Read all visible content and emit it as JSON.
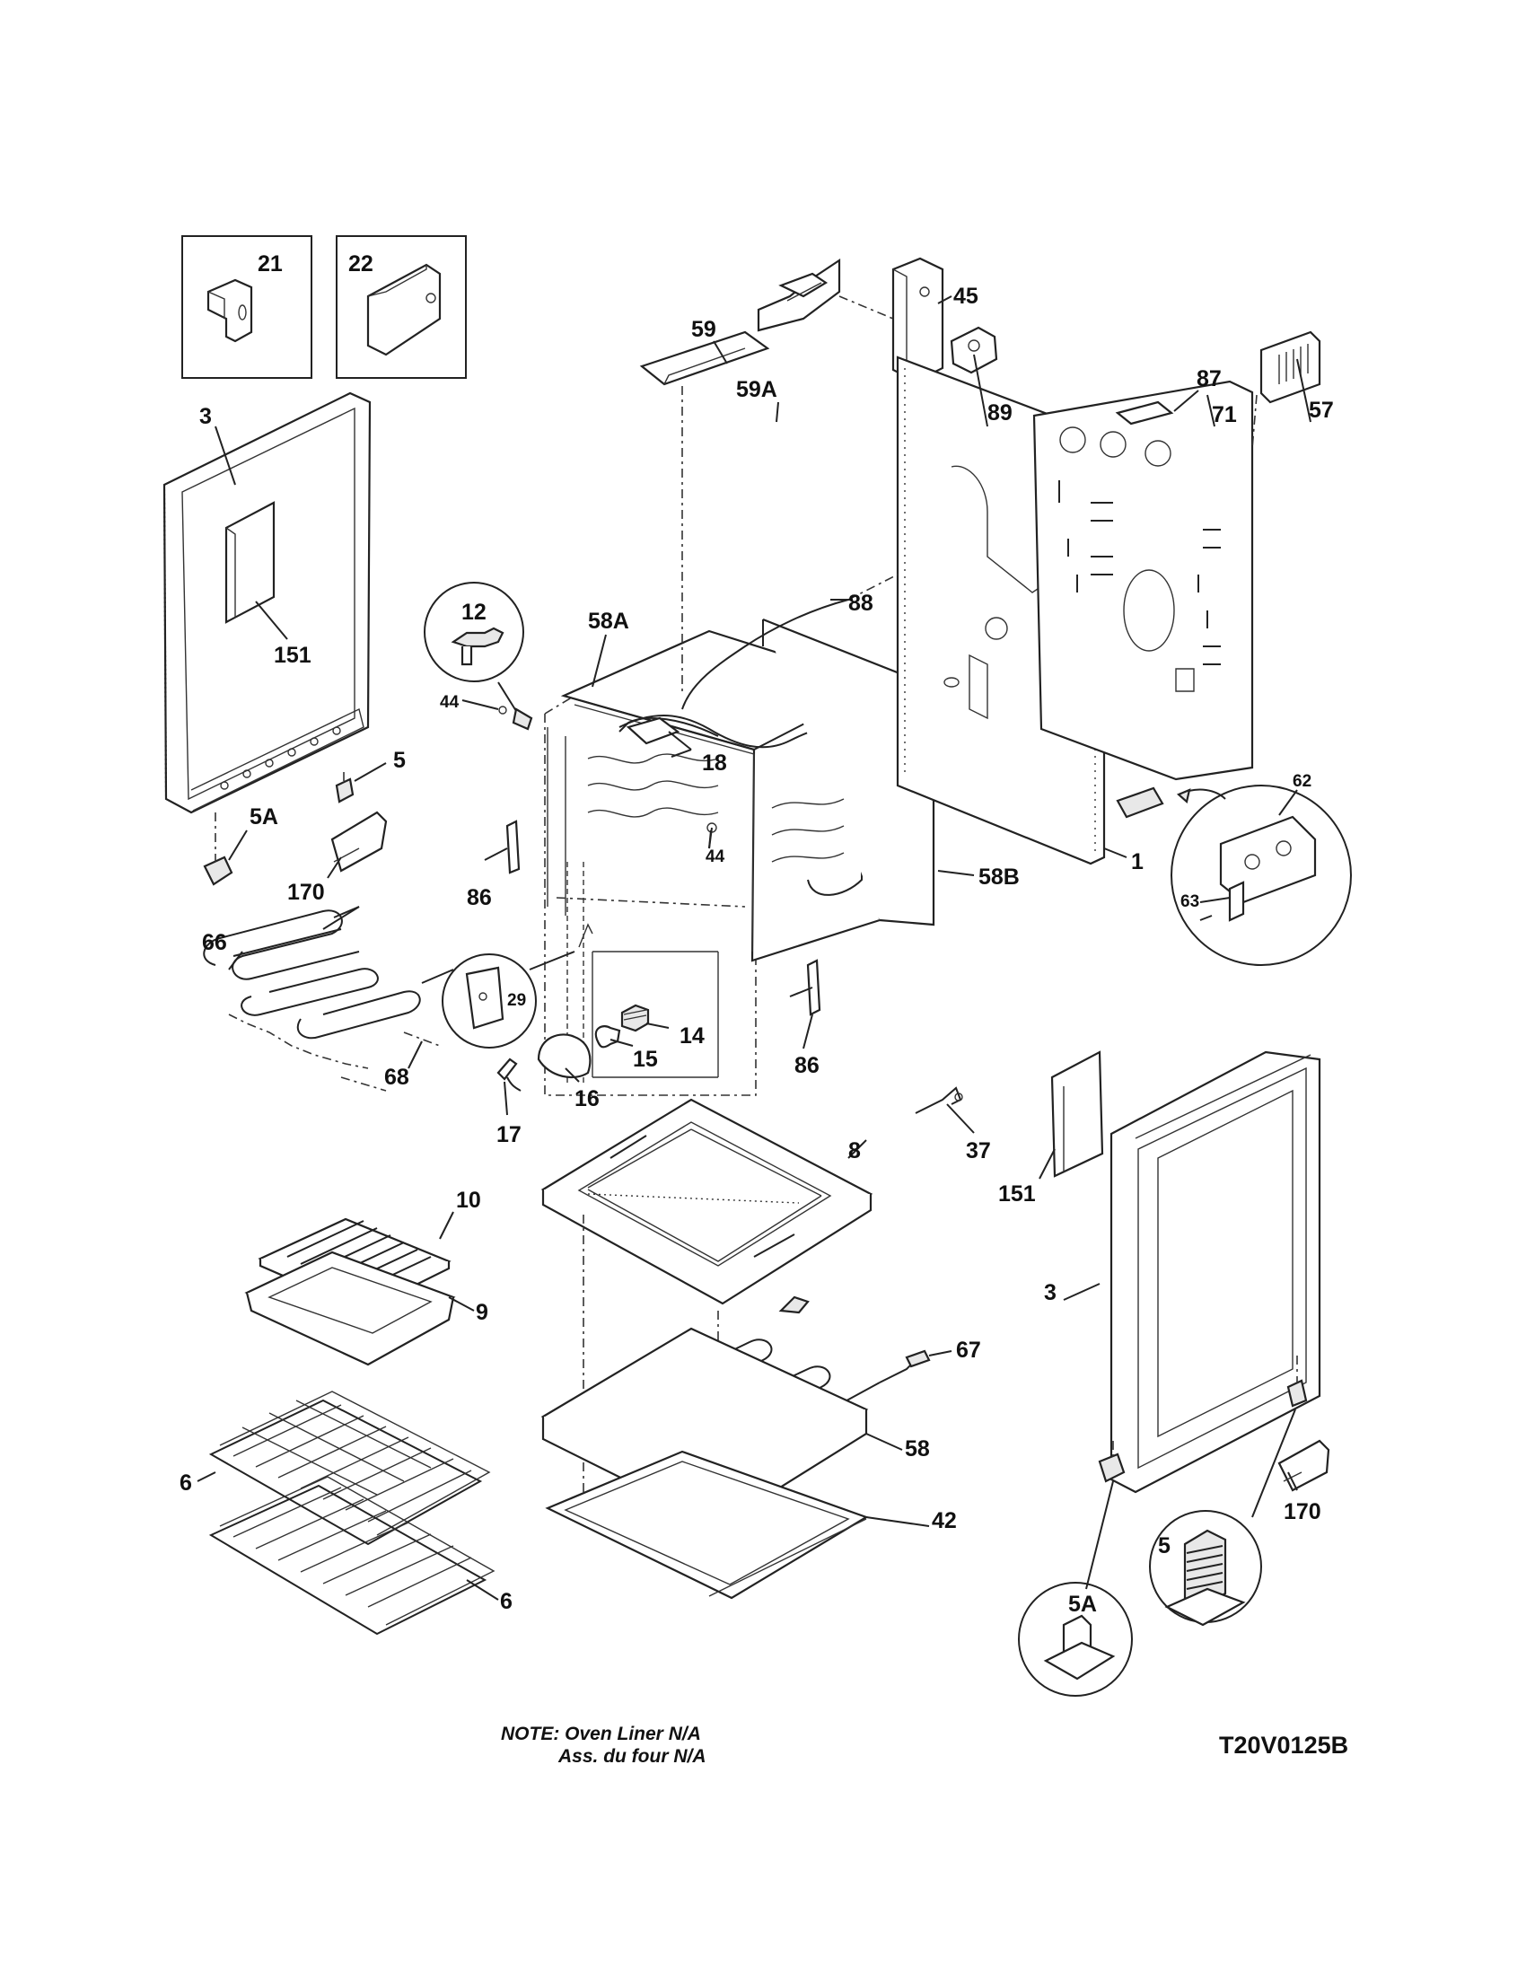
{
  "labels": {
    "l21": "21",
    "l22": "22",
    "l3a": "3",
    "l151a": "151",
    "l5a": "5",
    "l5Aa": "5A",
    "l170a": "170",
    "l12": "12",
    "l44a": "44",
    "l58A": "58A",
    "l59A": "59A",
    "l59": "59",
    "l45": "45",
    "l89": "89",
    "l87": "87",
    "l57": "57",
    "l71": "71",
    "l88": "88",
    "l18": "18",
    "l44b": "44",
    "l86a": "86",
    "l58B": "58B",
    "l1": "1",
    "l62": "62",
    "l63": "63",
    "l66": "66",
    "l68": "68",
    "l29": "29",
    "l14": "14",
    "l15": "15",
    "l16": "16",
    "l17": "17",
    "l86b": "86",
    "l37": "37",
    "l151b": "151",
    "l8": "8",
    "l10": "10",
    "l9": "9",
    "l67": "67",
    "l3b": "3",
    "l58": "58",
    "l6a": "6",
    "l42": "42",
    "l6b": "6",
    "l170b": "170",
    "l5b": "5",
    "l5Ab": "5A"
  },
  "footer": {
    "note_line1": "NOTE: Oven Liner N/A",
    "note_line2": "Ass. du four N/A",
    "diagram_code": "T20V0125B"
  }
}
